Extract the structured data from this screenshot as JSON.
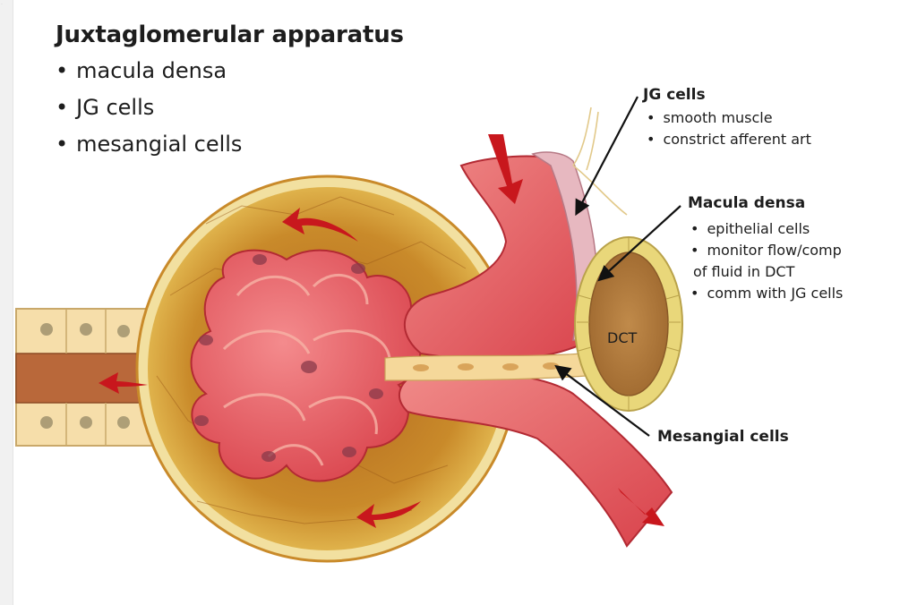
{
  "main_title": "Juxtaglomerular apparatus",
  "main_bullets": [
    "macula densa",
    "JG cells",
    "mesangial cells"
  ],
  "jg_cells": {
    "heading": "JG cells",
    "points": [
      "smooth muscle",
      "constrict afferent art"
    ]
  },
  "macula_densa": {
    "heading": "Macula densa",
    "points": [
      "epithelial cells",
      "monitor flow/comp",
      "of fluid in DCT",
      "comm with JG cells"
    ]
  },
  "mesangial_cells": {
    "heading": "Mesangial cells"
  },
  "dct_label": "DCT",
  "colors": {
    "capsule": "#c98a2a",
    "vessel": "#e0525a",
    "flow_arrow": "#c8171d",
    "dct_wall": "#d9c45c"
  }
}
